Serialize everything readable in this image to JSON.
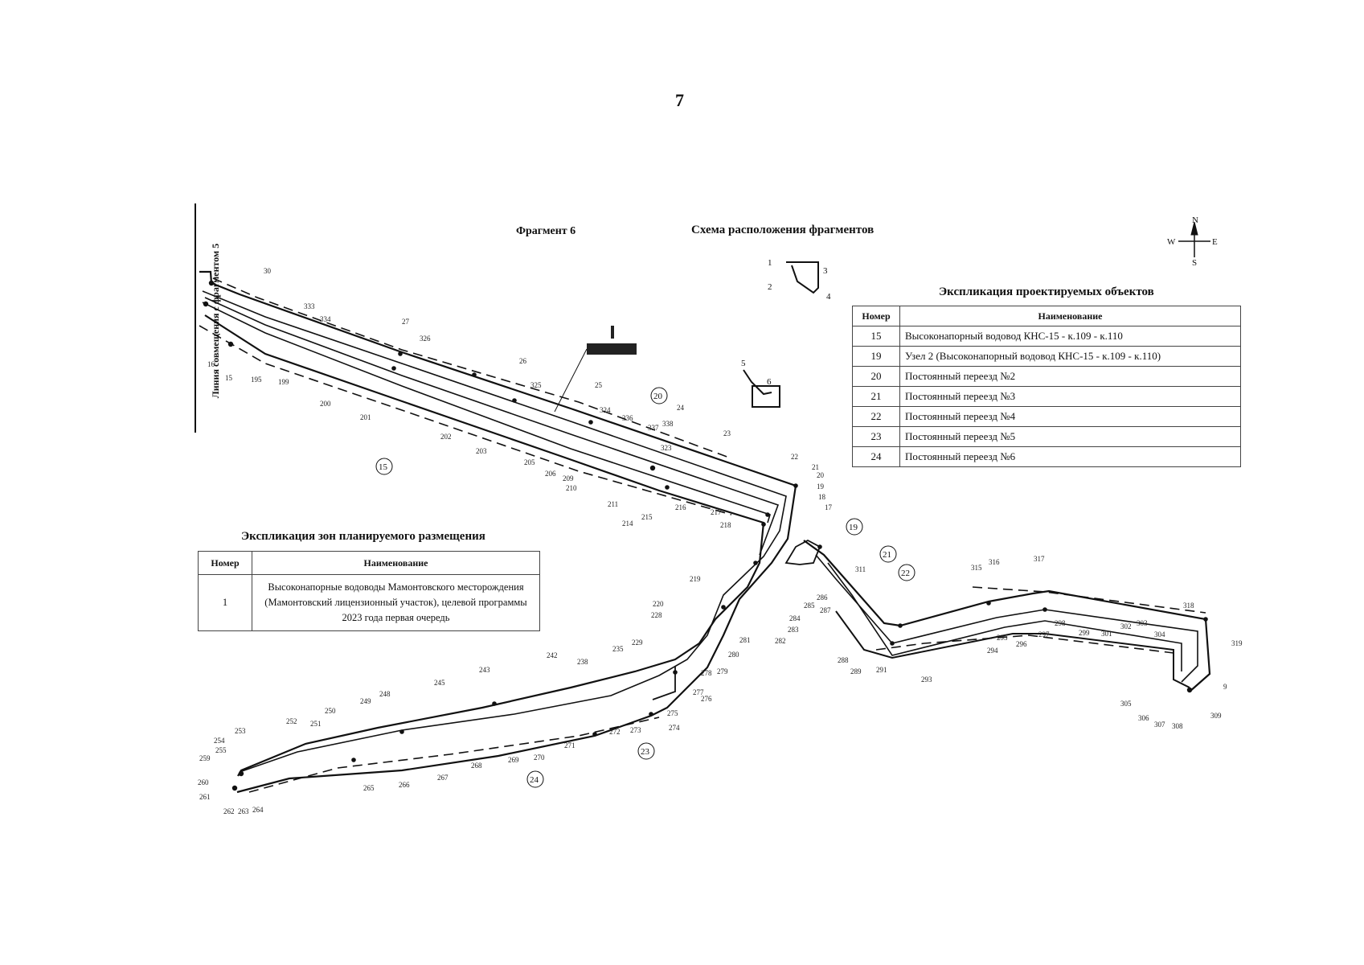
{
  "page": {
    "number": "7",
    "fragment_title": "Фрагмент 6",
    "scheme_title": "Схема расположения фрагментов",
    "side_label": "Линия совмещения с фрагментом 5"
  },
  "compass": {
    "n": "N",
    "s": "S",
    "w": "W",
    "e": "E"
  },
  "scheme_numbers": [
    "1",
    "2",
    "3",
    "4",
    "5",
    "6"
  ],
  "objects": {
    "title": "Экспликация проектируемых объектов",
    "headers": [
      "Номер",
      "Наименование"
    ],
    "rows": [
      {
        "num": "15",
        "name": "Высоконапорный водовод КНС-15 - к.109 - к.110"
      },
      {
        "num": "19",
        "name": "Узел 2 (Высоконапорный водовод КНС-15 - к.109 - к.110)"
      },
      {
        "num": "20",
        "name": "Постоянный переезд №2"
      },
      {
        "num": "21",
        "name": "Постоянный переезд №3"
      },
      {
        "num": "22",
        "name": "Постоянный переезд №4"
      },
      {
        "num": "23",
        "name": "Постоянный переезд №5"
      },
      {
        "num": "24",
        "name": "Постоянный переезд №6"
      }
    ]
  },
  "zones": {
    "title": "Экспликация зон планируемого размещения",
    "headers": [
      "Номер",
      "Наименование"
    ],
    "rows": [
      {
        "num": "1",
        "name": "Высоконапорные водоводы Мамонтовского месторождения (Мамонтовский лицензионный участок), целевой программы 2023 года первая очередь"
      }
    ]
  },
  "map_labels": {
    "circled": [
      "15",
      "19",
      "20",
      "21",
      "22",
      "23",
      "24"
    ],
    "points": [
      "30",
      "333",
      "334",
      "27",
      "326",
      "26",
      "325",
      "25",
      "324",
      "336",
      "337",
      "338",
      "24",
      "323",
      "23",
      "22",
      "21",
      "20",
      "19",
      "18",
      "17",
      "16",
      "15",
      "195",
      "199",
      "200",
      "201",
      "202",
      "203",
      "205",
      "206",
      "209",
      "210",
      "211",
      "214",
      "215",
      "216",
      "217",
      "218",
      "219",
      "220",
      "228",
      "229",
      "235",
      "238",
      "242",
      "243",
      "245",
      "248",
      "249",
      "250",
      "251",
      "252",
      "253",
      "254",
      "255",
      "259",
      "260",
      "261",
      "262",
      "263",
      "264",
      "265",
      "266",
      "267",
      "268",
      "269",
      "270",
      "271",
      "272",
      "273",
      "274",
      "275",
      "276",
      "277",
      "278",
      "279",
      "280",
      "281",
      "282",
      "283",
      "284",
      "285",
      "286",
      "287",
      "288",
      "289",
      "291",
      "293",
      "294",
      "295",
      "296",
      "297",
      "298",
      "299",
      "301",
      "302",
      "303",
      "304",
      "305",
      "306",
      "307",
      "308",
      "309",
      "311",
      "315",
      "316",
      "317",
      "318",
      "319",
      "9",
      "6",
      "5",
      "4",
      "3",
      "2",
      "1"
    ]
  }
}
